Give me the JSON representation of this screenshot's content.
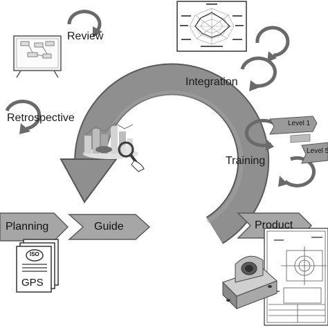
{
  "stages": {
    "review": "Review",
    "integration": "Integration",
    "retrospective": "Retrospective",
    "training": "Training",
    "planning": "Planning",
    "guide": "Guide",
    "product": "Product"
  },
  "badges": {
    "level_1": "Level 1",
    "level_5": "Level 5",
    "iso": "ISO",
    "gps": "GPS"
  },
  "palette": {
    "loop_fill": "#8f8f8f",
    "loop_stroke": "#555555",
    "chevron_fill": "#a6a6a6",
    "small_arrow": "#6a6a6a",
    "background": "#ffffff"
  }
}
